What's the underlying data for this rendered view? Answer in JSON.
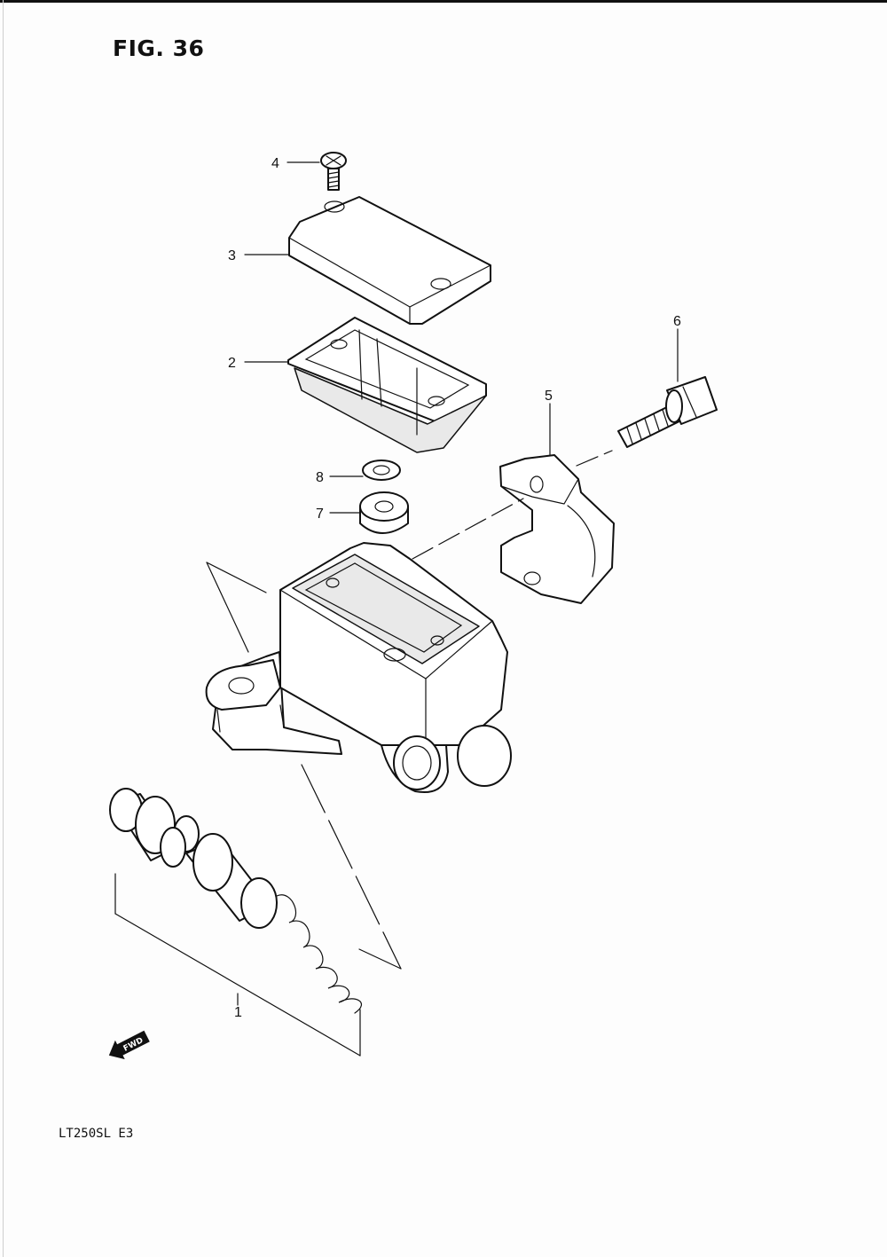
{
  "figure": {
    "title": "FIG. 36",
    "model_code": "LT250SL  E3"
  },
  "callouts": [
    {
      "id": "1",
      "label": "1"
    },
    {
      "id": "2",
      "label": "2"
    },
    {
      "id": "3",
      "label": "3"
    },
    {
      "id": "4",
      "label": "4"
    },
    {
      "id": "5",
      "label": "5"
    },
    {
      "id": "6",
      "label": "6"
    },
    {
      "id": "7",
      "label": "7"
    },
    {
      "id": "8",
      "label": "8"
    }
  ],
  "fwd_marker": {
    "label": "FWD",
    "icon": "fwd-arrow-icon"
  }
}
